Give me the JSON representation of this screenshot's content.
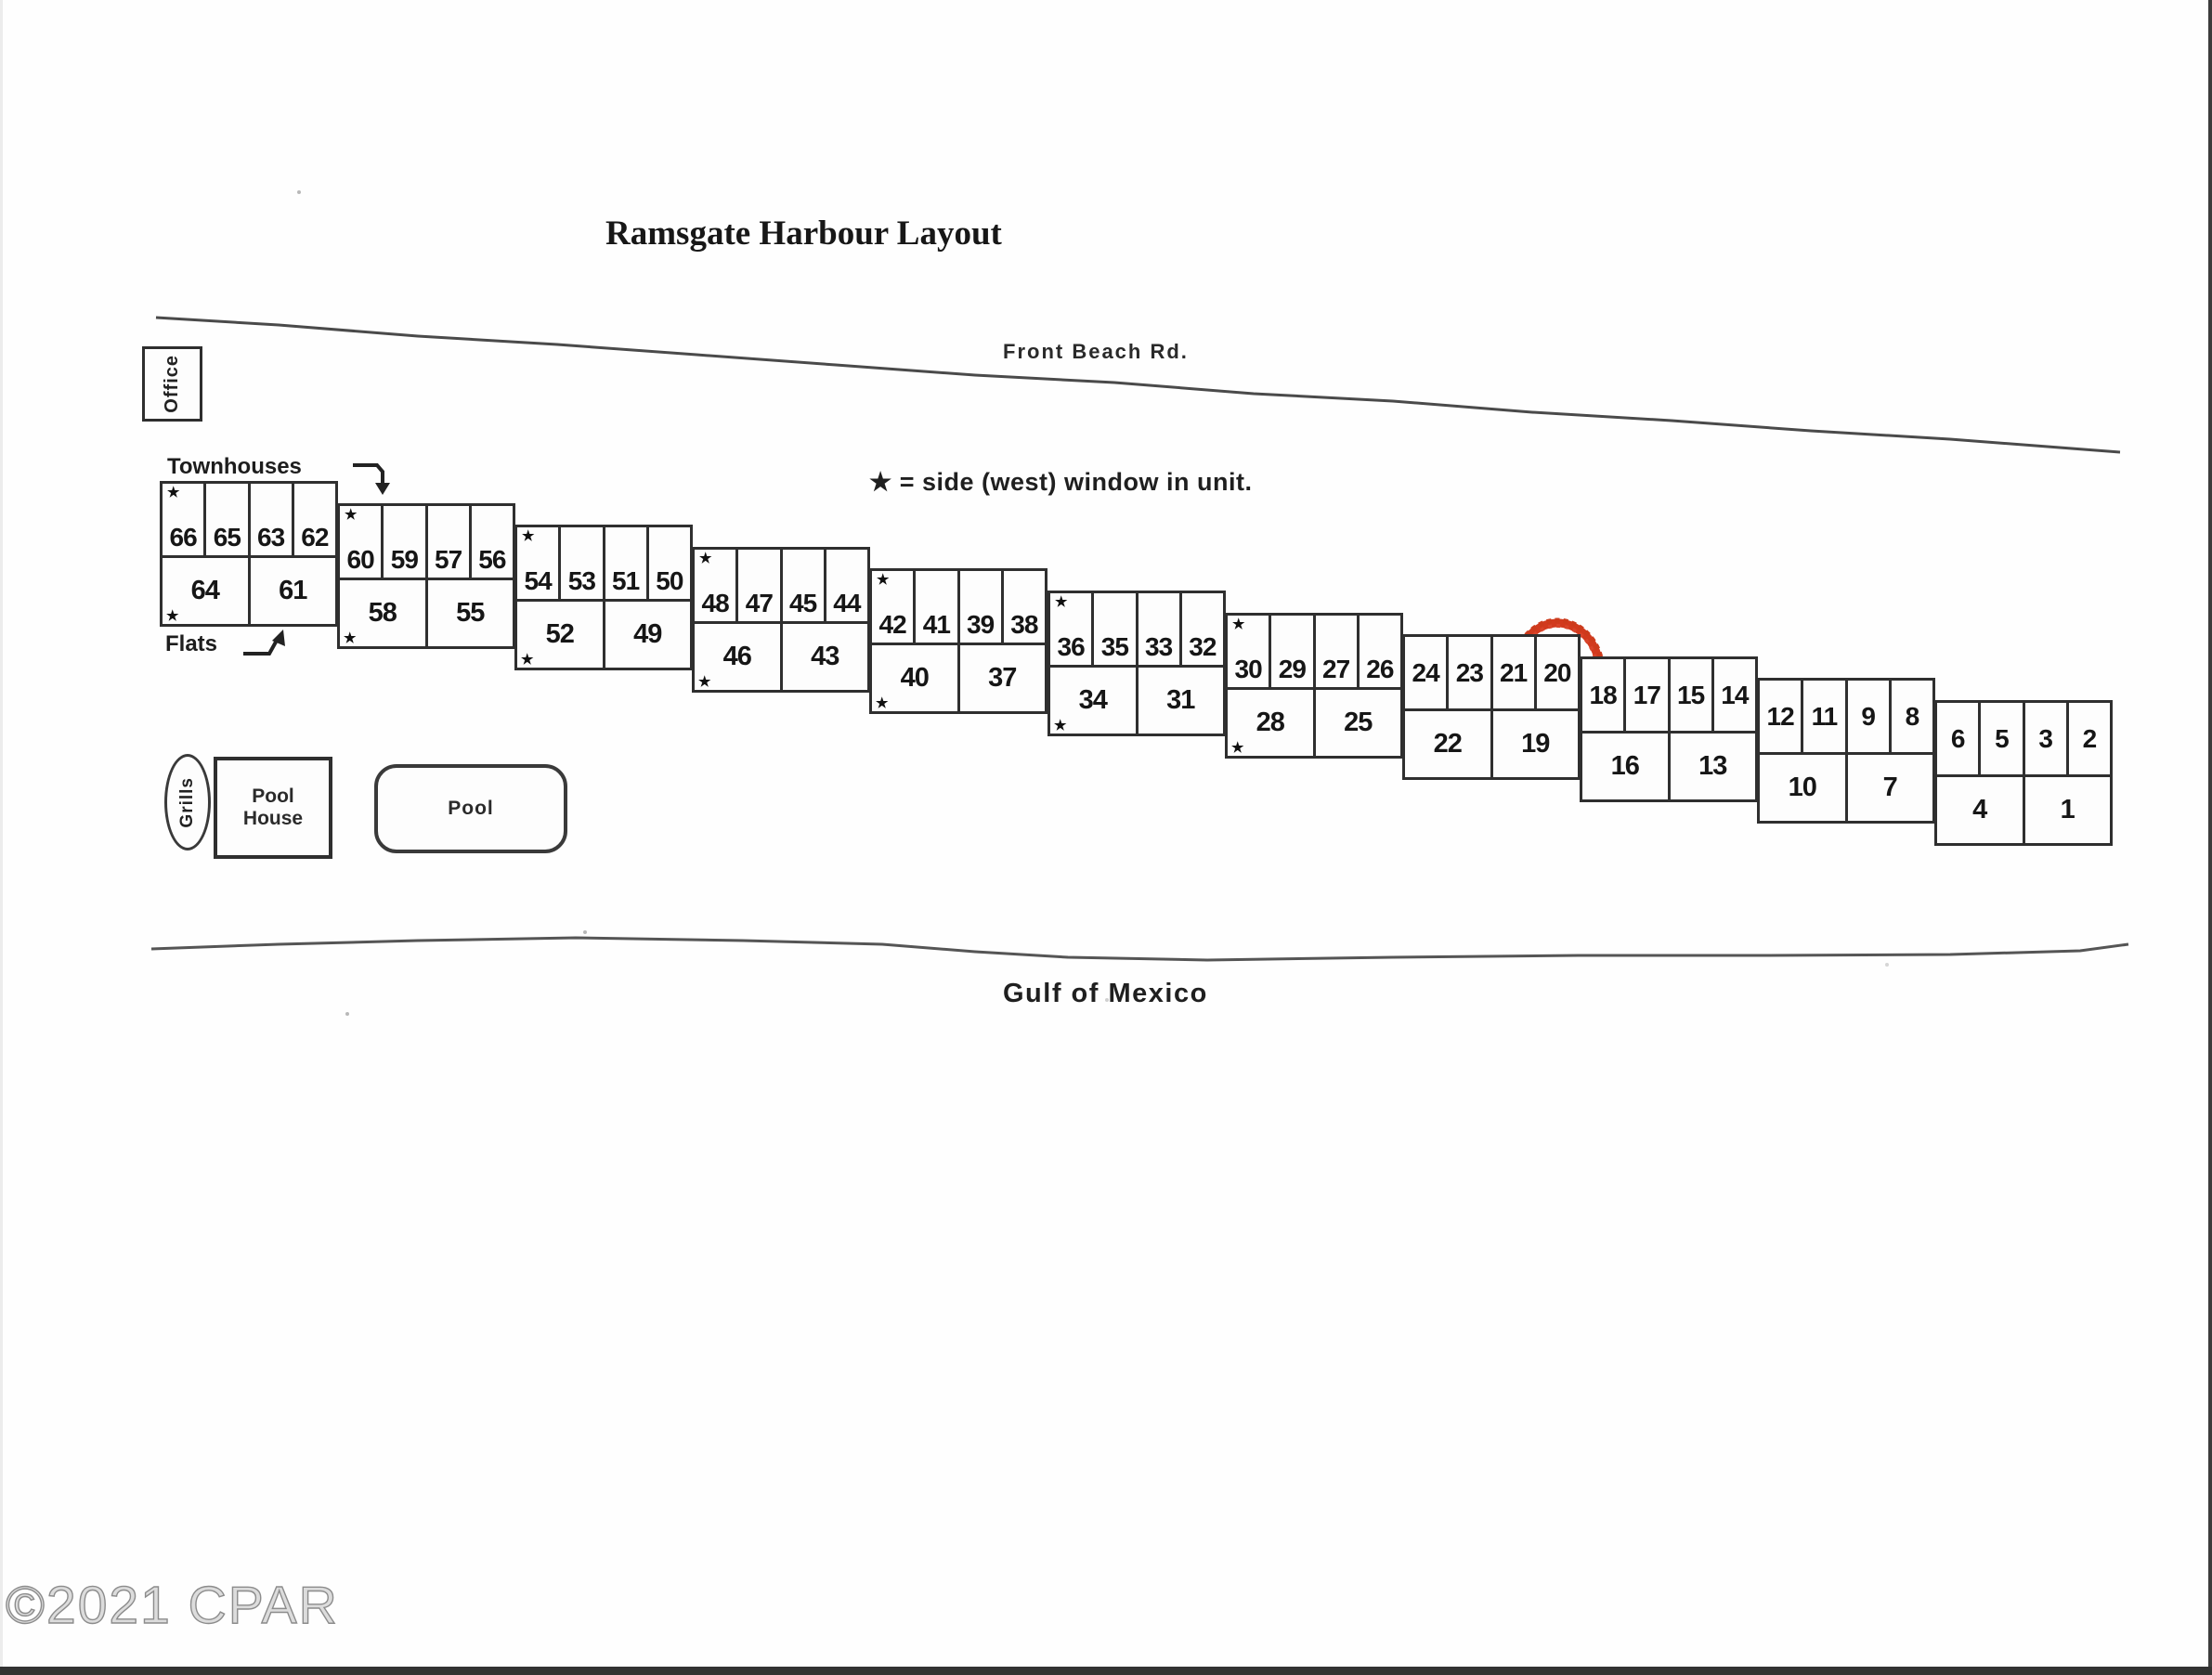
{
  "title": "Ramsgate Harbour Layout",
  "road_label": "Front Beach Rd.",
  "legend": "★ = side (west) window in unit.",
  "gulf_label": "Gulf of Mexico",
  "watermark": "©2021 CPAR",
  "labels": {
    "office": "Office",
    "townhouses": "Townhouses",
    "flats": "Flats",
    "grills": "Grills",
    "pool_house": "Pool\nHouse",
    "pool": "Pool"
  },
  "star_marker": "★",
  "highlight": {
    "circled_unit": "20",
    "circle_color": "#d23a1e"
  },
  "colors": {
    "ink": "#1c1c1c",
    "line_gray": "#4a4a4a",
    "watermark_gray": "#8c8c8c"
  },
  "blocks": [
    {
      "townhouses": [
        "66",
        "65",
        "63",
        "62"
      ],
      "flats": [
        "64",
        "61"
      ],
      "starred": true
    },
    {
      "townhouses": [
        "60",
        "59",
        "57",
        "56"
      ],
      "flats": [
        "58",
        "55"
      ],
      "starred": true
    },
    {
      "townhouses": [
        "54",
        "53",
        "51",
        "50"
      ],
      "flats": [
        "52",
        "49"
      ],
      "starred": true
    },
    {
      "townhouses": [
        "48",
        "47",
        "45",
        "44"
      ],
      "flats": [
        "46",
        "43"
      ],
      "starred": true
    },
    {
      "townhouses": [
        "42",
        "41",
        "39",
        "38"
      ],
      "flats": [
        "40",
        "37"
      ],
      "starred": true
    },
    {
      "townhouses": [
        "36",
        "35",
        "33",
        "32"
      ],
      "flats": [
        "34",
        "31"
      ],
      "starred": true
    },
    {
      "townhouses": [
        "30",
        "29",
        "27",
        "26"
      ],
      "flats": [
        "28",
        "25"
      ],
      "starred": true
    },
    {
      "townhouses": [
        "24",
        "23",
        "21",
        "20"
      ],
      "flats": [
        "22",
        "19"
      ],
      "starred": false
    },
    {
      "townhouses": [
        "18",
        "17",
        "15",
        "14"
      ],
      "flats": [
        "16",
        "13"
      ],
      "starred": false
    },
    {
      "townhouses": [
        "12",
        "11",
        "9",
        "8"
      ],
      "flats": [
        "10",
        "7"
      ],
      "starred": false
    },
    {
      "townhouses": [
        "6",
        "5",
        "3",
        "2"
      ],
      "flats": [
        "4",
        "1"
      ],
      "starred": false
    }
  ]
}
